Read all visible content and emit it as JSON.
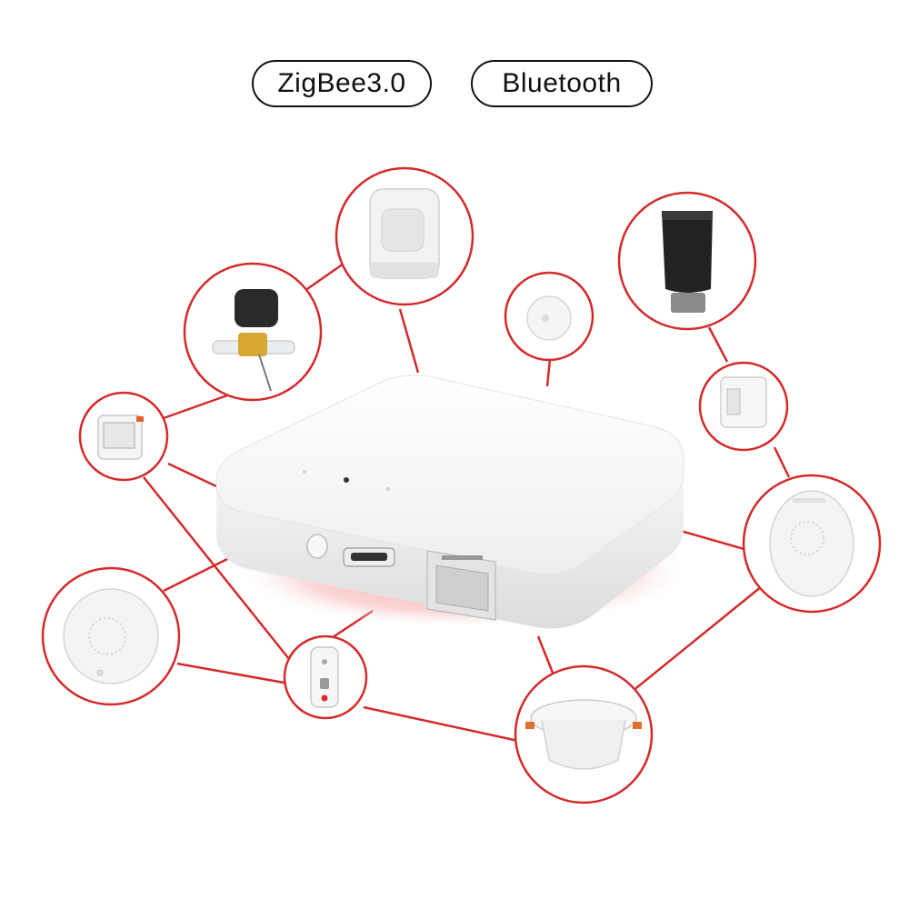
{
  "badges": {
    "zigbee": "ZigBee3.0",
    "bluetooth": "Bluetooth"
  },
  "colors": {
    "accent": "#d42a2a",
    "hub_body": "#f3f3f3",
    "hub_glow": "#f6a6a6"
  },
  "devices": [
    "motion-sensor",
    "water-valve-controller",
    "temperature-humidity-sensor",
    "smoke-detector",
    "smart-plug",
    "water-leak-sensor",
    "thermostatic-radiator-valve",
    "fingerbot-switch",
    "gas-alarm",
    "downlight"
  ]
}
